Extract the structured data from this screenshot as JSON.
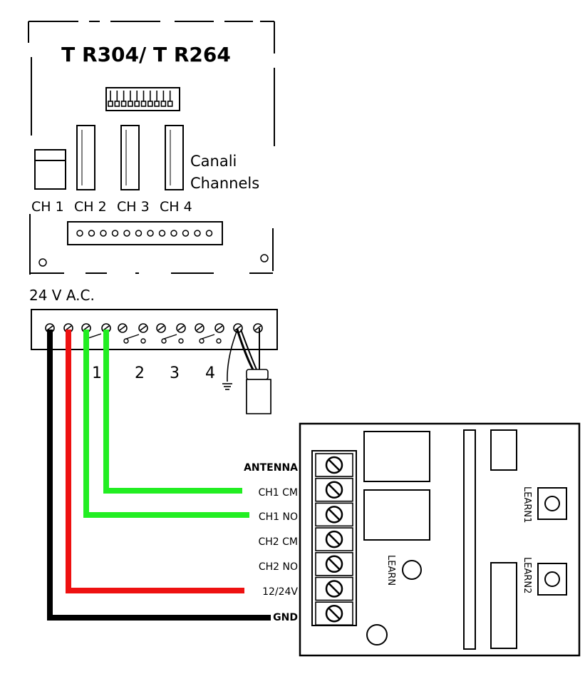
{
  "old_receiver": {
    "title": "T R304/ T R264",
    "channels_it": "Canali",
    "channels_en": "Channels",
    "channel_labels": [
      "CH 1",
      "CH 2",
      "CH 3",
      "CH 4"
    ],
    "power_label": "24 V A.C.",
    "relay_numbers": [
      "1",
      "2",
      "3",
      "4"
    ]
  },
  "new_receiver": {
    "terminals": [
      "ANTENNA",
      "CH1 CM",
      "CH1 NO",
      "CH2 CM",
      "CH2 NO",
      "12/24V",
      "GND"
    ],
    "learn_label": "LEARN",
    "learn1_label": "LEARN1",
    "learn2_label": "LEARN2"
  },
  "wire_colors": {
    "ch1_cm": "#22ee22",
    "ch1_no": "#22ee22",
    "power": "#ee1111",
    "ground": "#000000"
  }
}
